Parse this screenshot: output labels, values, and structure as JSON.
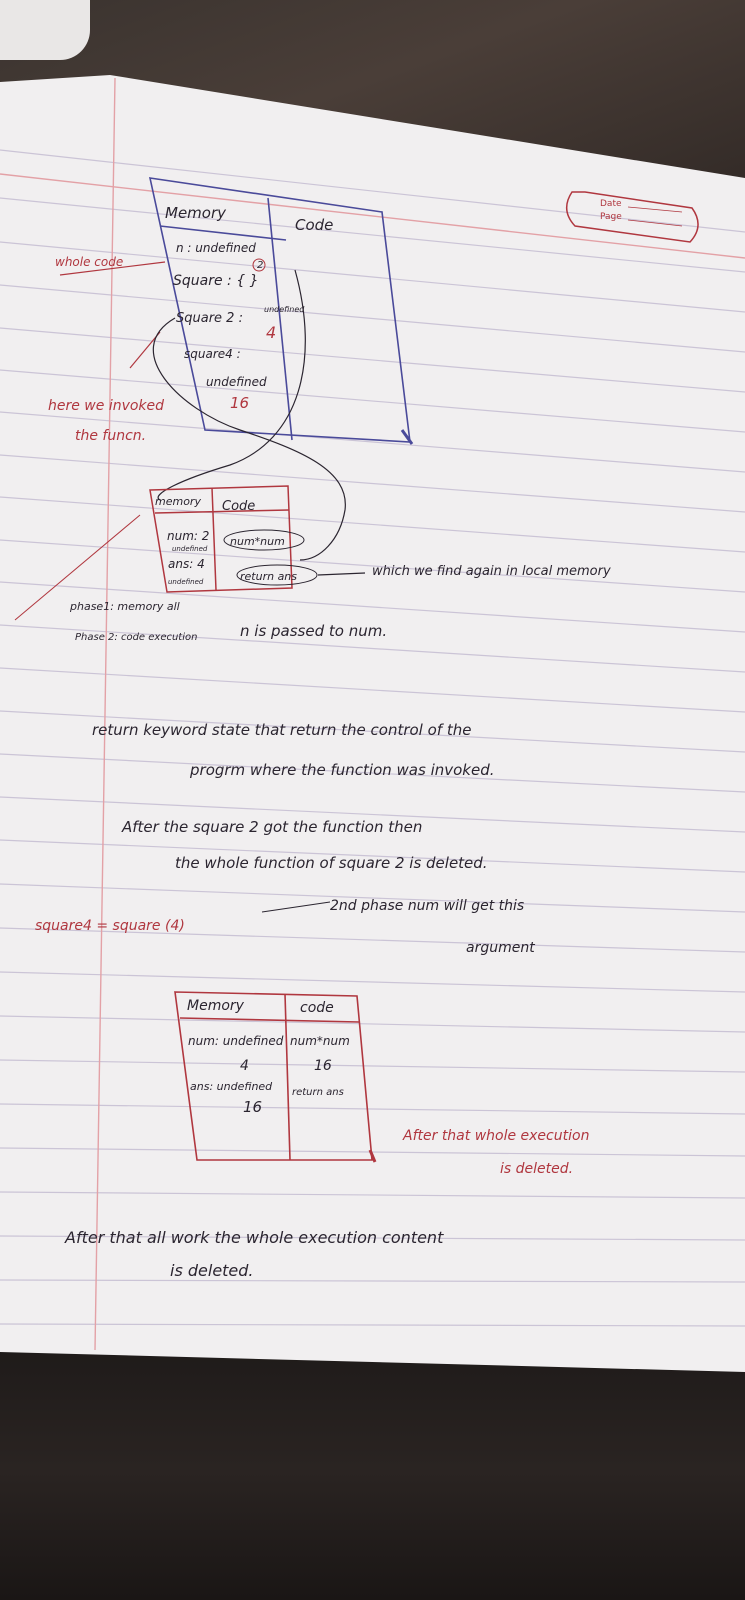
{
  "logo_box": {
    "date_label": "Date",
    "page_label": "Page"
  },
  "box1": {
    "col_memory": "Memory",
    "col_code": "Code",
    "row_n": "n : undefined",
    "row_n_value": "2",
    "row_square": "Square : { }",
    "row_square2": "Square 2 :",
    "row_square2_value": "4",
    "row_square2_small": "undefined",
    "row_square4": "square4 :",
    "row_square4_undef": "undefined",
    "row_square4_value": "16"
  },
  "side_notes": {
    "whole_code": "whole code",
    "invoked_1": "here we invoked",
    "invoked_2": "the funcn."
  },
  "box2": {
    "col_memory": "memory",
    "col_code": "Code",
    "row_num": "num: 2",
    "row_num_small": "undefined",
    "code_1": "num*num",
    "row_ans": "ans: 4",
    "row_ans_small": "undefined",
    "code_2": "return ans",
    "arrow_note": "which we find again in local memory"
  },
  "phases": {
    "phase1": "phase1: memory all",
    "phase2": "Phase 2: code execution",
    "passed": "n is passed to num."
  },
  "paragraph": {
    "line1": "return keyword state that return the control of the",
    "line2": "progrm where the function was invoked.",
    "line3": "After the square 2 got the function then",
    "line4": "the whole function of square 2 is deleted.",
    "phase2_note": "2nd phase num will get this",
    "argument": "argument",
    "square4_eq": "square4 = square (4)"
  },
  "box3": {
    "col_memory": "Memory",
    "col_code": "code",
    "row_num": "num: undefined",
    "row_num_value": "4",
    "code_1": "num*num",
    "code_1_value": "16",
    "row_ans": "ans: undefined",
    "row_ans_value": "16",
    "code_2": "return ans"
  },
  "after_box_note": {
    "line1": "After that whole execution",
    "line2": "is deleted."
  },
  "footer_note": {
    "line1": "After that all work the whole execution content",
    "line2": "is deleted."
  },
  "colors": {
    "ink_dark": "#2b2530",
    "ink_red": "#b0373f",
    "ink_blue": "#4a4a9a",
    "ruled_line": "#cbc4d6",
    "margin_line": "#e3a1a6"
  }
}
